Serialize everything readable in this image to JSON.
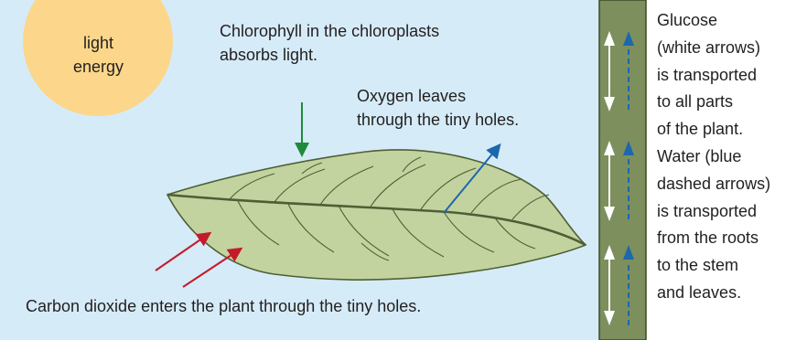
{
  "labels": {
    "sun_line1": "light",
    "sun_line2": "energy",
    "chlorophyll_line1": "Chlorophyll in the chloroplasts",
    "chlorophyll_line2": "absorbs light.",
    "oxygen_line1": "Oxygen leaves",
    "oxygen_line2": "through the tiny holes.",
    "carbon_dioxide": "Carbon dioxide enters the plant through the tiny holes."
  },
  "side_text": [
    "Glucose",
    "(white arrows)",
    "is transported",
    "to all parts",
    "of the plant.",
    "Water (blue",
    "dashed arrows)",
    "is transported",
    "from the roots",
    "to the stem",
    "and leaves."
  ],
  "colors": {
    "sky": "#d5ebf8",
    "sun": "#fcd68a",
    "leaf_fill": "#c3d3a0",
    "leaf_edge": "#4d6033",
    "stem": "#7c8f5d",
    "stem_edge": "#3b4a26",
    "green_arrow": "#1f8a3a",
    "blue_arrow": "#1c67ae",
    "red_arrow": "#c41a2a",
    "water_arrow": "#1c67ae",
    "glucose_arrow": "#ffffff"
  }
}
